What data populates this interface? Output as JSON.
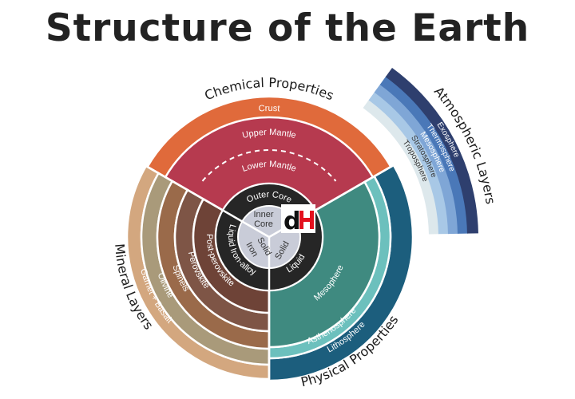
{
  "title": "Structure of the Earth",
  "chemical": {
    "heading": "Chemical Properties",
    "crust": "Crust",
    "upper_mantle": "Upper Mantle",
    "lower_mantle": "Lower Mantle",
    "outer_core": "Outer Core",
    "inner_core_line1": "Inner",
    "inner_core_line2": "Core"
  },
  "mineral": {
    "heading": "Mineral Layers",
    "layers": [
      "Liquid Iron-alloy",
      "Post-perovskite",
      "Perovskite",
      "Spinels",
      "Olivine",
      "Garnet + Basalt"
    ],
    "core": [
      "Solid",
      "Iron"
    ]
  },
  "physical": {
    "heading": "Physical Properties",
    "layers": [
      "Solid",
      "Liquid",
      "Mesophere",
      "Asthenosphere",
      "Lithosphere"
    ]
  },
  "atmosphere": {
    "heading": "Atmospheric Layers",
    "layers": [
      "Troposphere",
      "Stratosphere",
      "Mesosphere",
      "Thermosphere",
      "Exosphere"
    ]
  },
  "logo": "dH",
  "colors": {
    "crust": "#e06a3b",
    "mantle": "#b63a4f",
    "outer_core": "#262626",
    "inner_core": "#c9ccd8",
    "post_perovskite": "#6e4337",
    "perovskite": "#7e5546",
    "spinels": "#9a6a4a",
    "olivine": "#a99a7a",
    "garnet_basalt": "#d3a77f",
    "mesosphere": "#3f8a80",
    "asthenosphere": "#6cc0bd",
    "lithosphere": "#1c5e7d",
    "troposphere": "#dde8ec",
    "stratosphere": "#a8c8e6",
    "atm_mesosphere": "#7fa6d6",
    "thermosphere": "#4a78b8",
    "exosphere": "#2e3f6e",
    "logo_red": "#e3101e"
  }
}
